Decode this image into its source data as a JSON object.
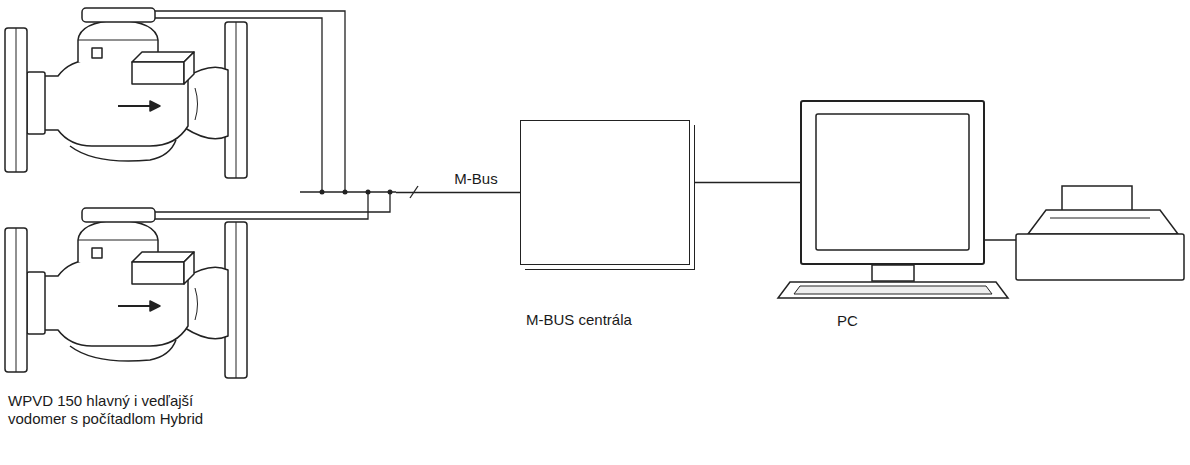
{
  "diagram": {
    "nodes": [
      {
        "text": [
          "WPVD 150 hlavný i vedľajší vodomer s počítadlom Hybrid"
        ]
      },
      {
        "text": [
          "M-BUS centrála"
        ]
      },
      {
        "text": [
          "PC"
        ]
      }
    ],
    "edges": [
      {
        "from": 0,
        "to": 1,
        "arrow": "none",
        "label": "M-Bus"
      },
      {
        "from": 1,
        "to": 2,
        "arrow": "none"
      }
    ]
  }
}
